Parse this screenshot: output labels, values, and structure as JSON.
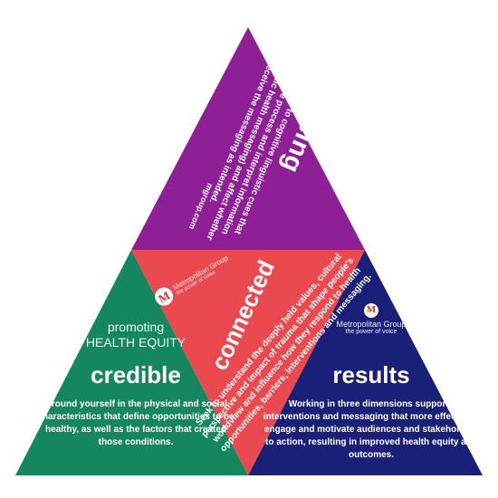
{
  "colors": {
    "convincing": "#8e1f97",
    "credible": "#14875f",
    "connected": "#ea4a4f",
    "results": "#1a1f77",
    "logo_red": "#d0312d"
  },
  "convincing": {
    "title": "convincing",
    "body": "Pay close attention to cognitive linguistic cues that shape how people process and interpret information (including public health messaging) and affect whether or not they receive the messaging as intended.",
    "url": "mgroup.com"
  },
  "credible": {
    "subtitle_line1": "promoting",
    "subtitle_line2": "HEALTH EQUITY",
    "title": "credible",
    "body": "Ground yourself in the physical and social characteristics that define opportunities to be healthy, as well as the factors that created those conditions."
  },
  "connected": {
    "logo_name": "Metropolitan Group",
    "logo_tagline": "the power of voice",
    "title": "connected",
    "body": "Seek to understand the deeply held values, cultural perspective and impact of trauma that shape people's worldview and influence how they respond to health opportunities, barriers, interventions and messaging."
  },
  "results": {
    "logo_name": "Metropolitan Group",
    "logo_tagline": "the power of voice",
    "title": "results",
    "body": "Working in three dimensions supports interventions and messaging that more effectively engage and motivate audiences and stakeholders to action, resulting in improved health equity and outcomes."
  },
  "logo_icon": "metropolitan-group-logo-icon"
}
